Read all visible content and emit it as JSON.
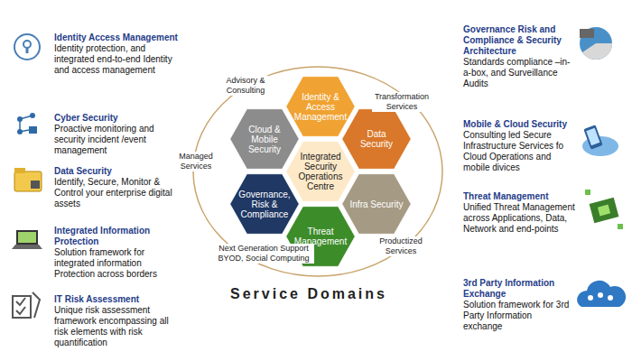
{
  "diagram": {
    "title": "Service Domains",
    "nodes": [
      {
        "text": [
          "Identity & Access Management"
        ]
      },
      {
        "text": [
          "Cloud & Mobile Security"
        ]
      },
      {
        "text": [
          "Data Security"
        ]
      },
      {
        "text": [
          "Integrated Security Operations Centre"
        ]
      },
      {
        "text": [
          "Governance, Risk & Compliance"
        ]
      },
      {
        "text": [
          "Infra Security"
        ]
      },
      {
        "text": [
          "Threat Management"
        ]
      }
    ],
    "labels": [
      "Identity Access Management",
      "Identity protection, and integrated end-to-end Identity and access management",
      "Cyber Security",
      "Proactive monitoring and security incident /event management",
      "Data Security",
      "Identify, Secure, Monitor & Control your enterprise digital assets",
      "Integrated Information Protection",
      "Solution framework for integrated information Protection across borders",
      "IT Risk Assessment",
      "Unique risk assessment framework encompassing all risk elements with risk quantification",
      "Governance Risk and Compliance & Security Architecture",
      "Standards compliance –in-a-box, and Surveillance Audits",
      "Mobile & Cloud Security",
      "Consulting led Secure Infrastructure Services fo Cloud Operations and mobile divices",
      "Threat Management",
      "Unified Threat Management across Applications, Data, Network and end-points",
      "3rd Party Information Exchange",
      "Solution framework for 3rd Party Information exchange",
      "Advisory & Consulting",
      "Transformation Services",
      "Managed Services",
      "Productized Services",
      "Next Generation Support BYOD, Social Computing"
    ]
  }
}
